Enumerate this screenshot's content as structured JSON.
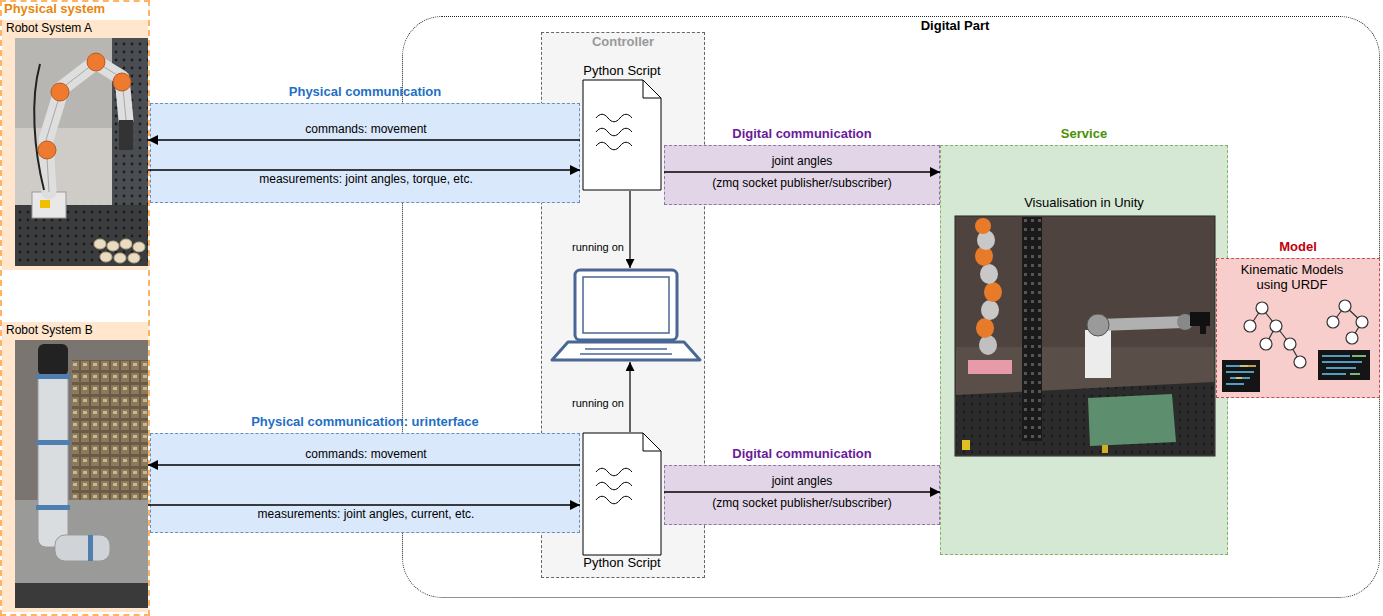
{
  "diagram": {
    "nodes": [
      {
        "text": [
          "Physical system"
        ]
      },
      {
        "text": [
          "Robot System A"
        ],
        "in": 0
      },
      {
        "text": [
          "Robot System B"
        ],
        "in": 0
      },
      {
        "text": [
          "Digital Part"
        ]
      },
      {
        "text": [
          "Controller"
        ],
        "in": 3
      },
      {
        "text": [
          "Python Script"
        ],
        "in": 4
      },
      {
        "text": [
          "Python Script"
        ],
        "in": 4
      },
      {
        "text": [
          "Physical communication"
        ]
      },
      {
        "text": [
          "Physical communication: urinterface"
        ]
      },
      {
        "text": [
          "Digital communication"
        ],
        "in": 3
      },
      {
        "text": [
          "Digital communication"
        ],
        "in": 3
      },
      {
        "text": [
          "Service",
          "Visualisation in Unity"
        ],
        "in": 3
      },
      {
        "text": [
          "Model",
          "Kinematic Models using URDF"
        ],
        "in": 3
      }
    ],
    "edges": [
      {
        "from": 5,
        "to": 1,
        "label": "commands: movement",
        "arrow": "to"
      },
      {
        "from": 1,
        "to": 5,
        "label": "measurements: joint angles, torque, etc.",
        "arrow": "to"
      },
      {
        "from": 5,
        "to": 11,
        "label": "joint angles",
        "arrow": "to"
      },
      {
        "from": 6,
        "to": 2,
        "label": "commands: movement",
        "arrow": "to"
      },
      {
        "from": 2,
        "to": 6,
        "label": "measurements: joint angles, current, etc.",
        "arrow": "to"
      },
      {
        "from": 6,
        "to": 11,
        "label": "joint angles",
        "arrow": "to"
      }
    ],
    "labels": [
      "running on",
      "running on",
      "(zmq socket publisher/subscriber)",
      "(zmq socket publisher/subscriber)"
    ]
  }
}
